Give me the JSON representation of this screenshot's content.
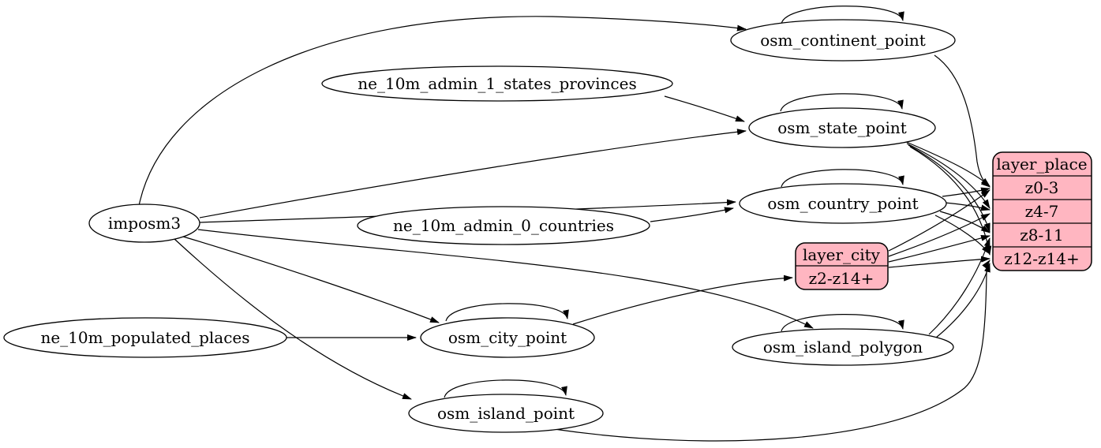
{
  "colors": {
    "background": "#ffffff",
    "table_node_fill": "#ffffff",
    "layer_node_fill": "#ffb6c1",
    "stroke": "#000000"
  },
  "diagram": {
    "type": "etl-graph",
    "nodes": {
      "imposm3": {
        "label": "imposm3",
        "kind": "source"
      },
      "ne_10m_admin_1_states_provinces": {
        "label": "ne_10m_admin_1_states_provinces",
        "kind": "source"
      },
      "ne_10m_admin_0_countries": {
        "label": "ne_10m_admin_0_countries",
        "kind": "source"
      },
      "ne_10m_populated_places": {
        "label": "ne_10m_populated_places",
        "kind": "source"
      },
      "osm_continent_point": {
        "label": "osm_continent_point",
        "kind": "table"
      },
      "osm_state_point": {
        "label": "osm_state_point",
        "kind": "table"
      },
      "osm_country_point": {
        "label": "osm_country_point",
        "kind": "table"
      },
      "osm_city_point": {
        "label": "osm_city_point",
        "kind": "table"
      },
      "osm_island_polygon": {
        "label": "osm_island_polygon",
        "kind": "table"
      },
      "osm_island_point": {
        "label": "osm_island_point",
        "kind": "table"
      },
      "layer_city": {
        "title": "layer_city",
        "rows": [
          "z2-z14+"
        ]
      },
      "layer_place": {
        "title": "layer_place",
        "rows": [
          "z0-3",
          "z4-7",
          "z8-11",
          "z12-z14+"
        ]
      }
    },
    "edges": [
      {
        "from": "imposm3",
        "to": "osm_continent_point"
      },
      {
        "from": "imposm3",
        "to": "osm_state_point"
      },
      {
        "from": "imposm3",
        "to": "osm_country_point"
      },
      {
        "from": "imposm3",
        "to": "osm_city_point"
      },
      {
        "from": "imposm3",
        "to": "osm_island_polygon"
      },
      {
        "from": "imposm3",
        "to": "osm_island_point"
      },
      {
        "from": "ne_10m_admin_1_states_provinces",
        "to": "osm_state_point"
      },
      {
        "from": "ne_10m_admin_0_countries",
        "to": "osm_country_point"
      },
      {
        "from": "ne_10m_populated_places",
        "to": "osm_city_point"
      },
      {
        "from": "osm_continent_point",
        "to": "osm_continent_point"
      },
      {
        "from": "osm_state_point",
        "to": "osm_state_point"
      },
      {
        "from": "osm_country_point",
        "to": "osm_country_point"
      },
      {
        "from": "osm_city_point",
        "to": "osm_city_point"
      },
      {
        "from": "osm_island_polygon",
        "to": "osm_island_polygon"
      },
      {
        "from": "osm_island_point",
        "to": "osm_island_point"
      },
      {
        "from": "osm_city_point",
        "to": "layer_city",
        "to_port": "z2-z14+"
      },
      {
        "from": "osm_continent_point",
        "to": "layer_place",
        "to_port": "z0-3"
      },
      {
        "from": "osm_state_point",
        "to": "layer_place",
        "to_port": "z0-3"
      },
      {
        "from": "osm_state_point",
        "to": "layer_place",
        "to_port": "z4-7"
      },
      {
        "from": "osm_state_point",
        "to": "layer_place",
        "to_port": "z8-11"
      },
      {
        "from": "osm_state_point",
        "to": "layer_place",
        "to_port": "z12-z14+"
      },
      {
        "from": "osm_country_point",
        "to": "layer_place",
        "to_port": "z0-3"
      },
      {
        "from": "osm_country_point",
        "to": "layer_place",
        "to_port": "z4-7"
      },
      {
        "from": "osm_country_point",
        "to": "layer_place",
        "to_port": "z8-11"
      },
      {
        "from": "osm_country_point",
        "to": "layer_place",
        "to_port": "z12-z14+"
      },
      {
        "from": "layer_city",
        "to": "layer_place",
        "to_port": "z0-3"
      },
      {
        "from": "layer_city",
        "to": "layer_place",
        "to_port": "z4-7"
      },
      {
        "from": "layer_city",
        "to": "layer_place",
        "to_port": "z8-11"
      },
      {
        "from": "layer_city",
        "to": "layer_place",
        "to_port": "z12-z14+"
      },
      {
        "from": "osm_island_polygon",
        "to": "layer_place",
        "to_port": "z8-11"
      },
      {
        "from": "osm_island_polygon",
        "to": "layer_place",
        "to_port": "z12-z14+"
      },
      {
        "from": "osm_island_point",
        "to": "layer_place",
        "to_port": "z12-z14+"
      }
    ]
  }
}
